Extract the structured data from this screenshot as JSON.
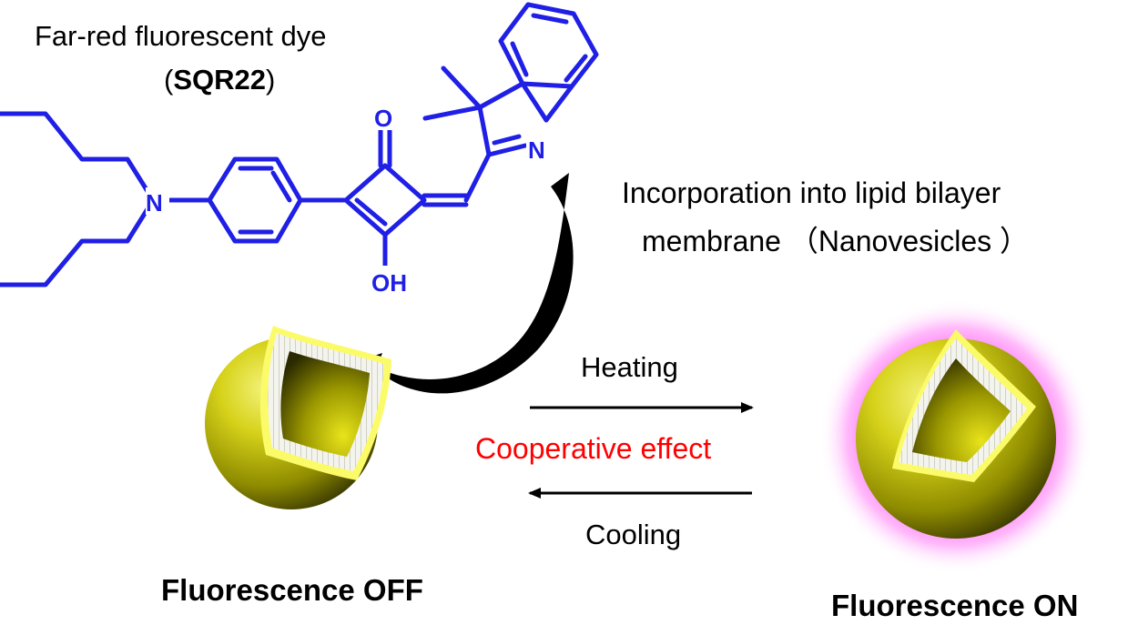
{
  "dye": {
    "name": "Far-red fluorescent dye",
    "code_open": "(",
    "code": "SQR22",
    "code_close": ")",
    "atoms": {
      "amine_n": "N",
      "carbonyl_o": "O",
      "hydroxyl": "OH",
      "indole_n": "N"
    },
    "structure_color": "#1f1fe6"
  },
  "process": {
    "incorporation_line1": "Incorporation into lipid bilayer",
    "incorporation_line2": "membrane （Nanovesicles ）"
  },
  "transition": {
    "heating": "Heating",
    "cooling": "Cooling",
    "effect": "Cooperative  effect",
    "effect_color": "#ff0000"
  },
  "states": {
    "off_label": "Fluorescence OFF",
    "on_label": "Fluorescence ON",
    "glow_color": "#ff4ff5",
    "vesicle_color": "#c8c400"
  }
}
